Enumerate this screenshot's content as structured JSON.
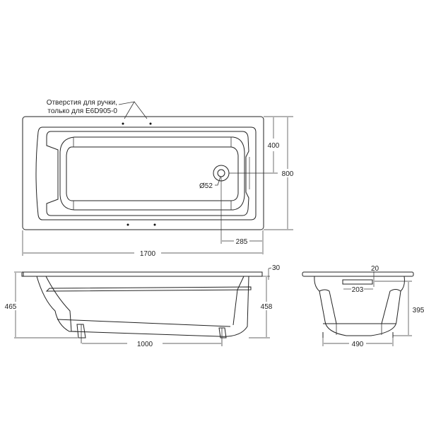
{
  "drawing": {
    "annotation": {
      "line1": "Отверстия для ручки,",
      "line2": "только для E6D905-0"
    },
    "top_view": {
      "length": "1700",
      "width": "800",
      "drain_to_edge_side": "400",
      "drain_to_edge_end": "285",
      "drain_diameter": "Ø52"
    },
    "side_view": {
      "total_height": "465",
      "body_height": "458",
      "rim_thickness": "30",
      "leg_spacing": "1000"
    },
    "end_view": {
      "overflow_offset": "20",
      "overflow_width": "203",
      "inner_height": "395",
      "bottom_width": "490"
    }
  }
}
